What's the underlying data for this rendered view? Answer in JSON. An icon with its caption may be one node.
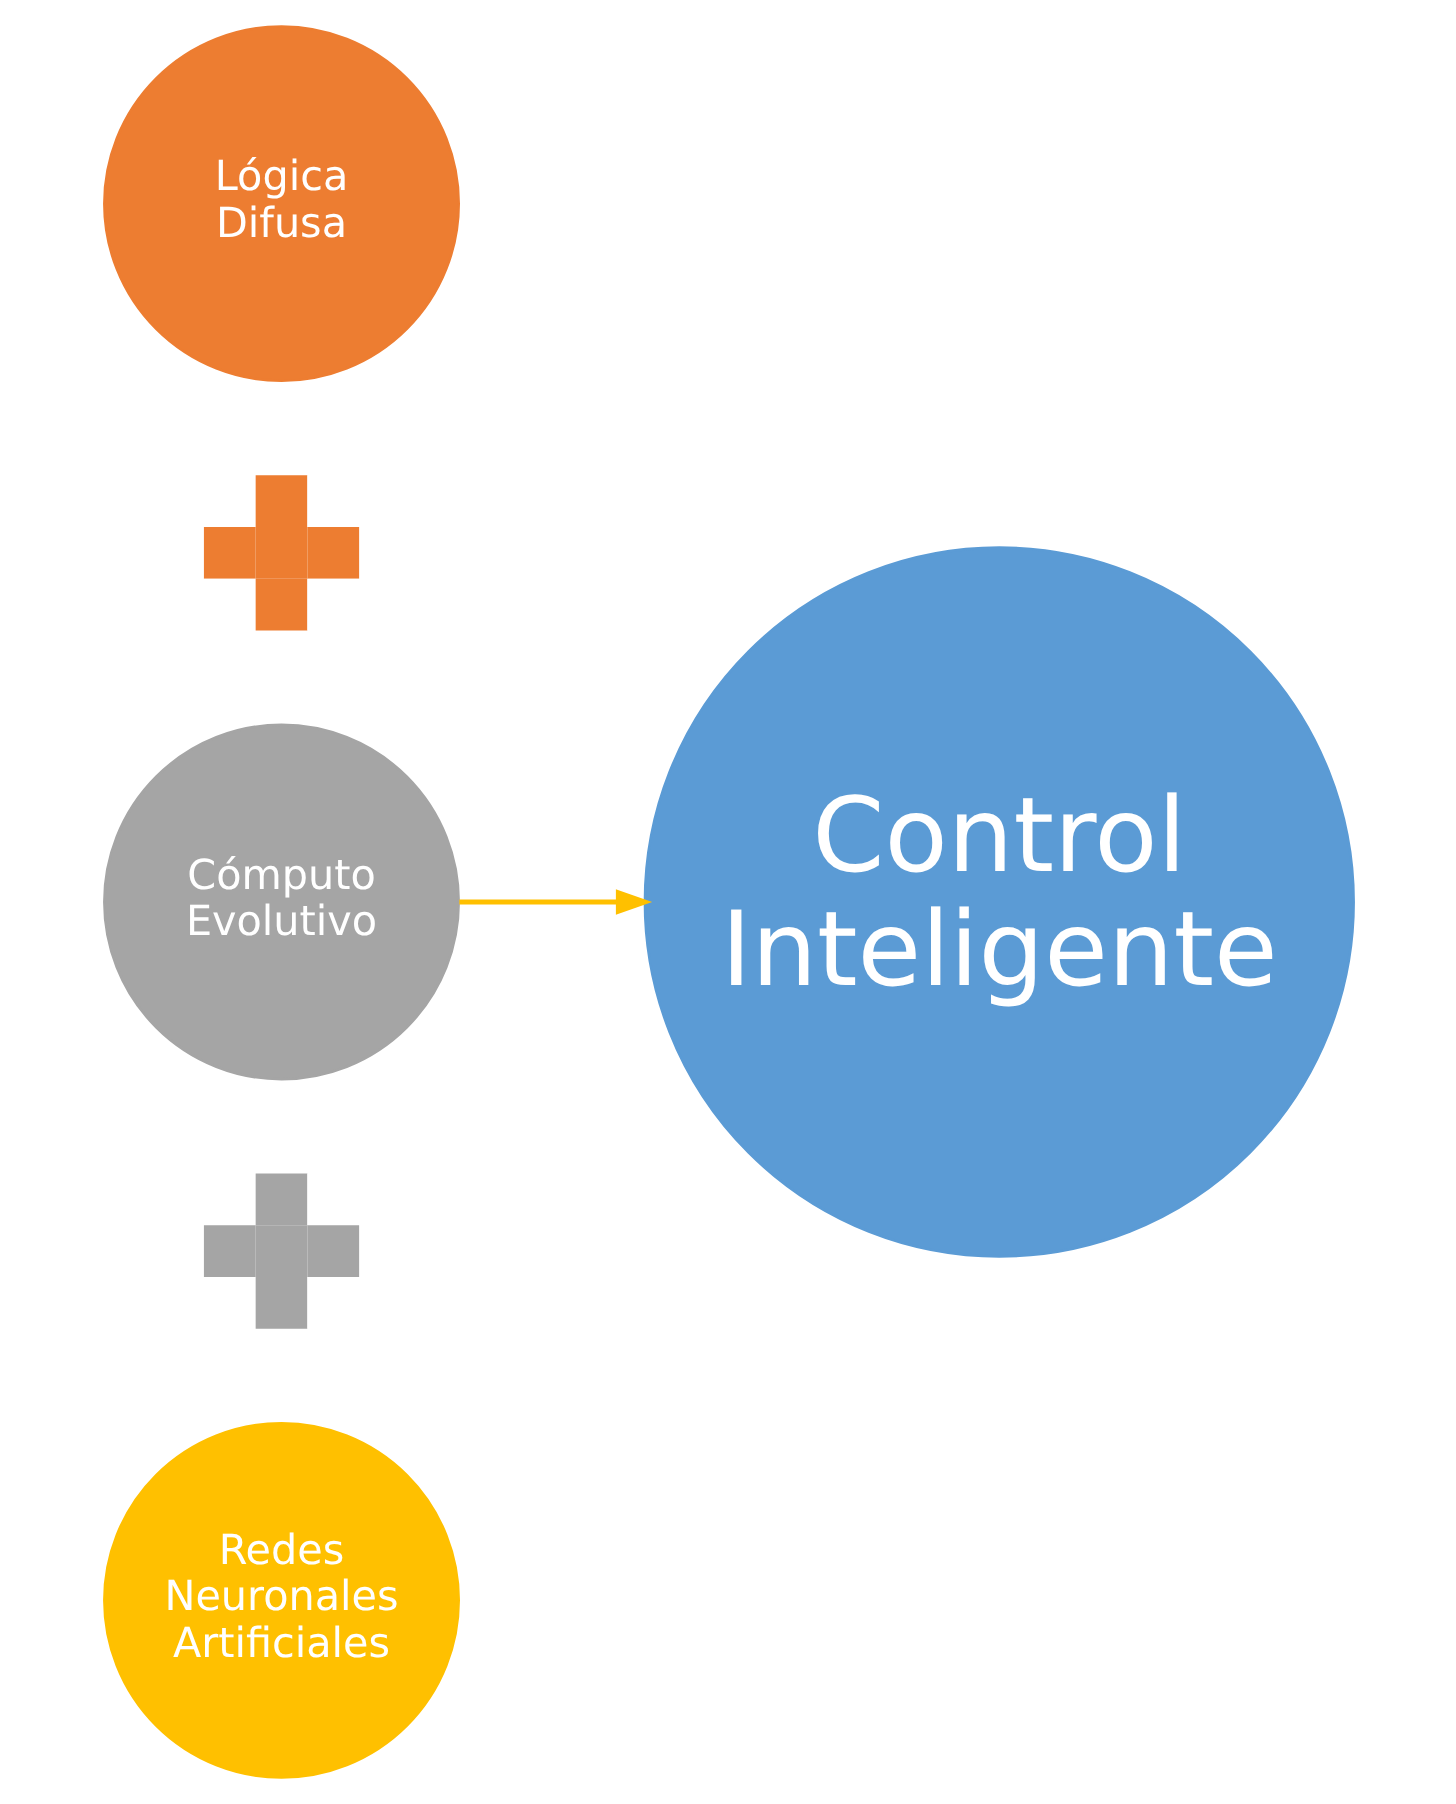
{
  "diagram": {
    "nodes": [
      {
        "text": [
          "Lógica Difusa"
        ]
      },
      {
        "text": [],
        "shape": "plus"
      },
      {
        "text": [
          "Cómputo Evolutivo"
        ]
      },
      {
        "text": [],
        "shape": "plus"
      },
      {
        "text": [
          "Redes Neuronales Artificiales"
        ]
      },
      {
        "text": [
          "Control Inteligente"
        ]
      }
    ],
    "edges": [
      {
        "from": 2,
        "to": 5,
        "arrow": "to",
        "color": "#ffc000"
      }
    ]
  }
}
